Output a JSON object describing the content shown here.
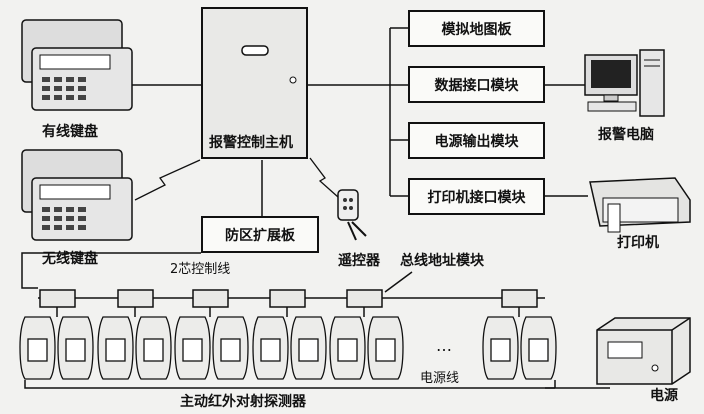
{
  "devices": {
    "wired_keyboard": "有线键盘",
    "wireless_keyboard": "无线键盘",
    "main_host": "报警控制主机",
    "zone_board": "防区扩展板",
    "remote": "遥控器",
    "bus_module": "总线地址模块",
    "alarm_pc": "报警电脑",
    "printer": "打印机",
    "power": "电源"
  },
  "modules": [
    "模拟地图板",
    "数据接口模块",
    "电源输出模块",
    "打印机接口模块"
  ],
  "lines": {
    "two_core": "2芯控制线",
    "power_line": "电源线",
    "detectors": "主动红外对射探测器"
  },
  "ellipsis": "…"
}
